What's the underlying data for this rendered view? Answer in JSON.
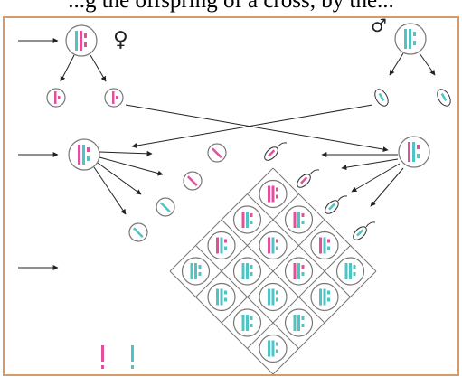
{
  "header": {
    "caption": "...g the offspring of a cross, by the..."
  },
  "symbols": {
    "female": "♀",
    "male": "♂"
  },
  "colors": {
    "pink": "#e44f9b",
    "teal": "#4fc4c4",
    "border": "#d39a6c",
    "line": "#777777",
    "arrow": "#222222"
  },
  "icons": {
    "parent_cell": "cell-with-chromosomes-icon",
    "gamete": "gamete-cell-icon",
    "sperm": "sperm-icon",
    "arrow": "arrow-icon"
  },
  "grid": {
    "rows": 4,
    "cols": 4,
    "offspring_combos": [
      [
        "PP",
        "PT",
        "PT",
        "TT"
      ],
      [
        "PT",
        "PT",
        "TT",
        "TT"
      ],
      [
        "PT",
        "PT",
        "TT",
        "TT"
      ],
      [
        "TT",
        "TT",
        "TT",
        "TT"
      ]
    ]
  }
}
